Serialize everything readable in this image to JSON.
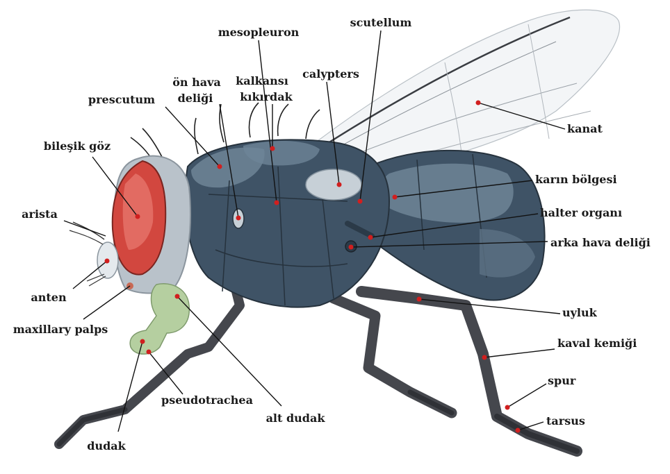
{
  "colors": {
    "body": "#3f5366",
    "body_light": "#6e8597",
    "body_dark": "#2b3a48",
    "eye": "#d2473f",
    "eye_light": "#e87b72",
    "mouthparts": "#b5cfa0",
    "leg": "#45474d",
    "wing": "#f3f5f7",
    "marker": "#d11f1f",
    "line": "#111111"
  },
  "labels": {
    "mesopleuron": "mesopleuron",
    "scutellum": "scutellum",
    "on_hava_1": "ön hava",
    "on_hava_2": "deliği",
    "kalkansi_1": "kalkansı",
    "kalkansi_2": "kıkırdak",
    "calypters": "calypters",
    "prescutum": "prescutum",
    "kanat": "kanat",
    "bilesik_goz": "bileşik göz",
    "karin_bolgesi": "karın bölgesi",
    "arista": "arista",
    "halter_organi": "halter organı",
    "arka_hava_deligi": "arka hava deliği",
    "anten": "anten",
    "uyluk": "uyluk",
    "maxillary_palps": "maxillary palps",
    "kaval_kemigi": "kaval kemiği",
    "spur": "spur",
    "pseudotrachea": "pseudotrachea",
    "tarsus": "tarsus",
    "alt_dudak": "alt dudak",
    "dudak": "dudak"
  }
}
